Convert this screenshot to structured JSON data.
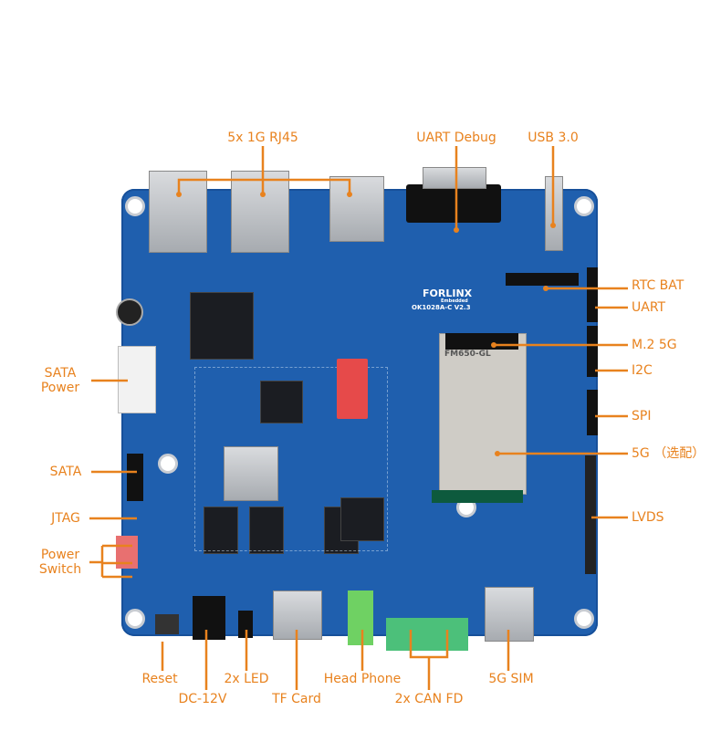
{
  "board": {
    "brand": "FORLINX",
    "subbrand": "Embedded",
    "model": "OK1028A-C V2.3",
    "module_text": "FM650-GL"
  },
  "labels": {
    "top": [
      "5x 1G RJ45",
      "UART Debug",
      "USB 3.0"
    ],
    "right": [
      "RTC BAT",
      "UART",
      "M.2 5G",
      "I2C",
      "SPI",
      "5G （选配）",
      "LVDS"
    ],
    "left": [
      "SATA Power",
      "SATA",
      "JTAG",
      "Power Switch"
    ],
    "bottom": [
      "Reset",
      "DC-12V",
      "2x LED",
      "TF Card",
      "Head Phone",
      "2x CAN FD",
      "5G SIM"
    ]
  },
  "colors": {
    "accent": "#e8821e",
    "pcb": "#1f5fae"
  }
}
